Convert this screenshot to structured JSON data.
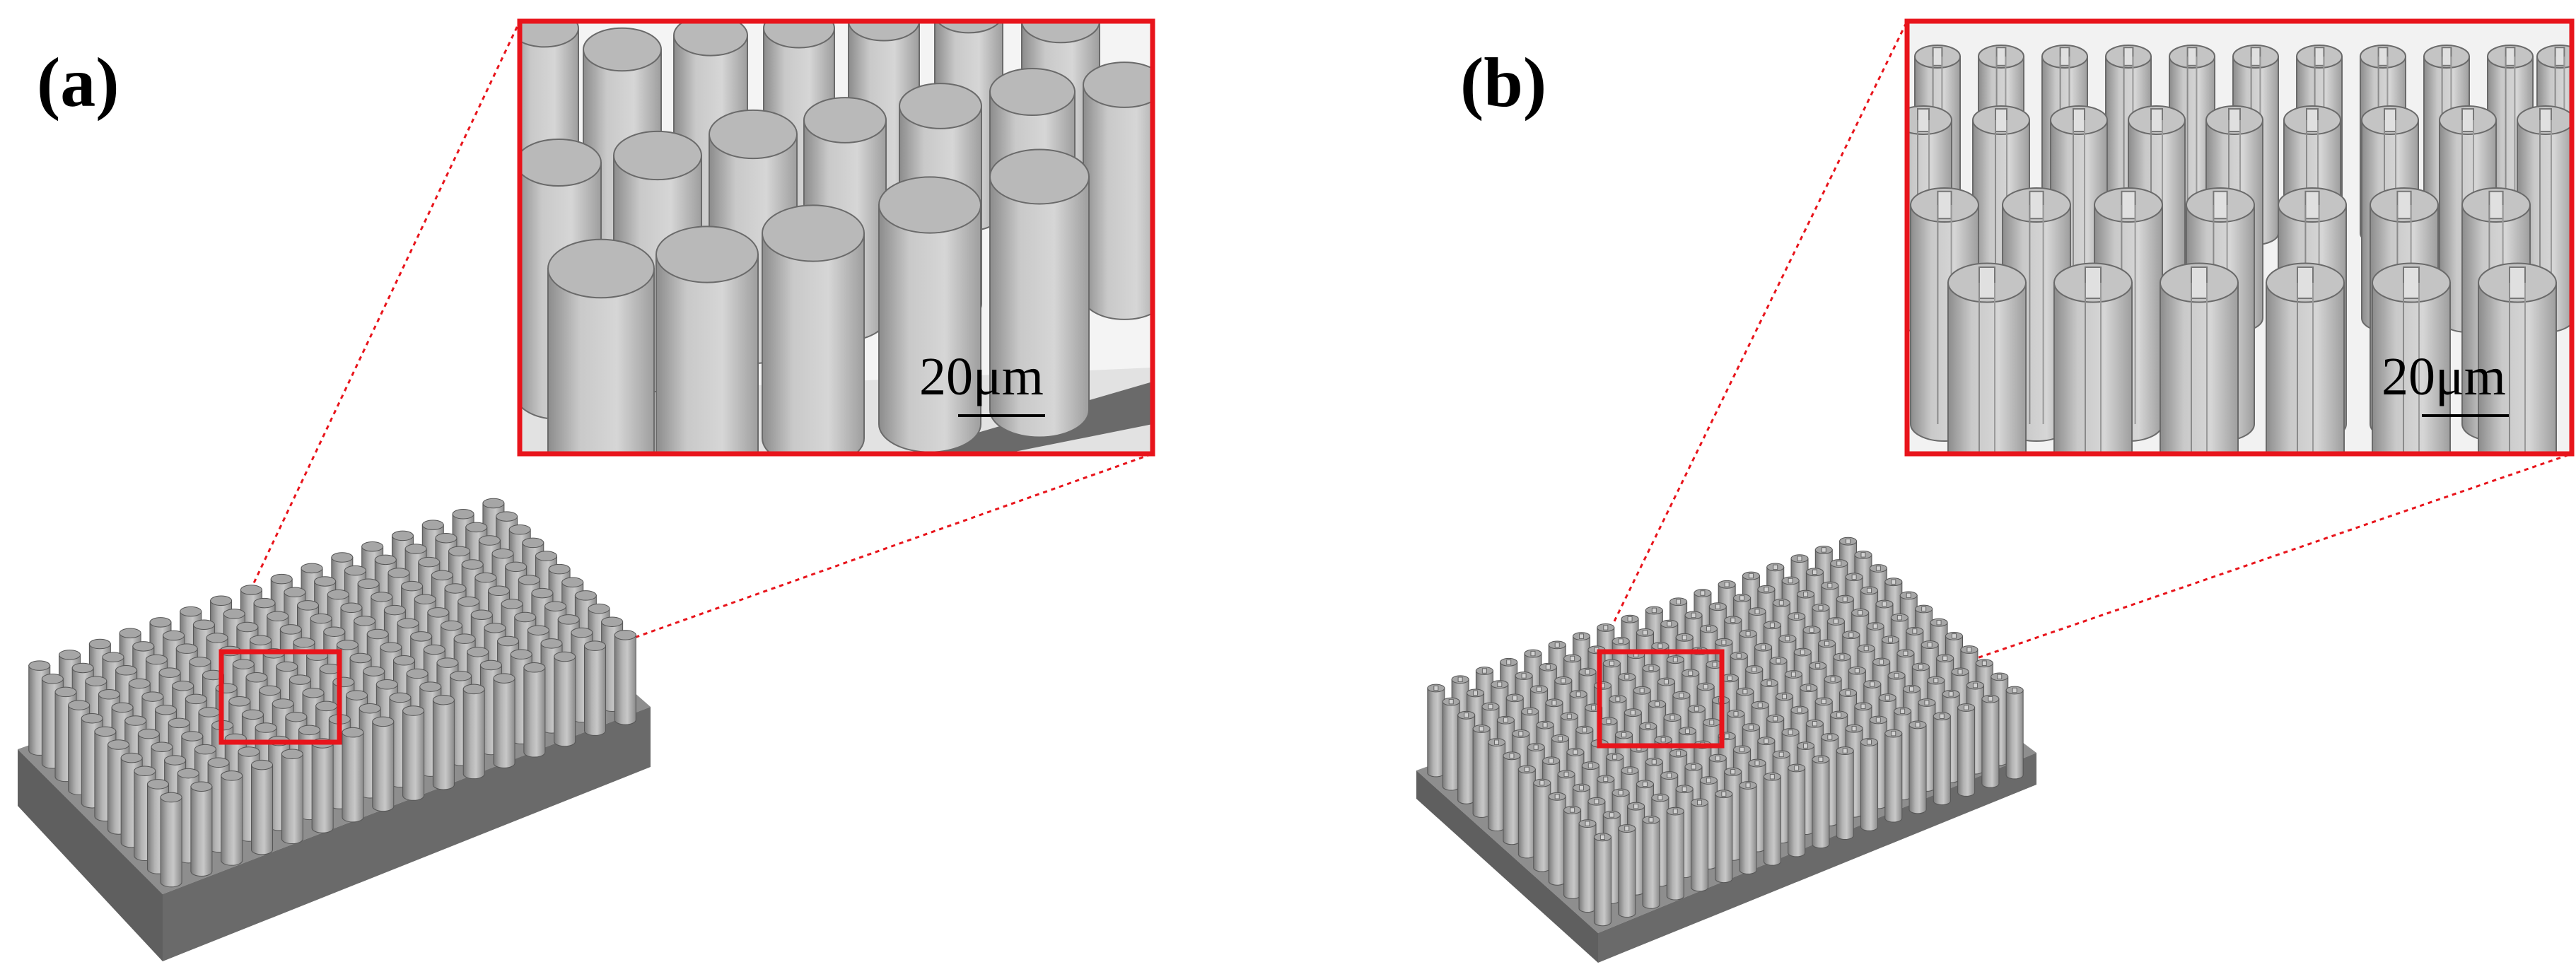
{
  "colors": {
    "highlight": "#e8141b",
    "pillar_light": "#c2c2c2",
    "pillar_mid": "#9a9a9a",
    "pillar_dark": "#6e6e6e",
    "base_side": "#5f5f5f",
    "base_top": "#8e8e8e",
    "background": "#ffffff"
  },
  "panels": [
    {
      "label": "(a)",
      "pillar_shape": "plain cylinder",
      "inset_scale_bar": "20μm"
    },
    {
      "label": "(b)",
      "pillar_shape": "notched cylinder",
      "inset_scale_bar": "20μm"
    }
  ],
  "icons": {
    "pillar_array": "micro-pillar-array-icon",
    "zoom_inset": "magnified-inset-icon"
  }
}
